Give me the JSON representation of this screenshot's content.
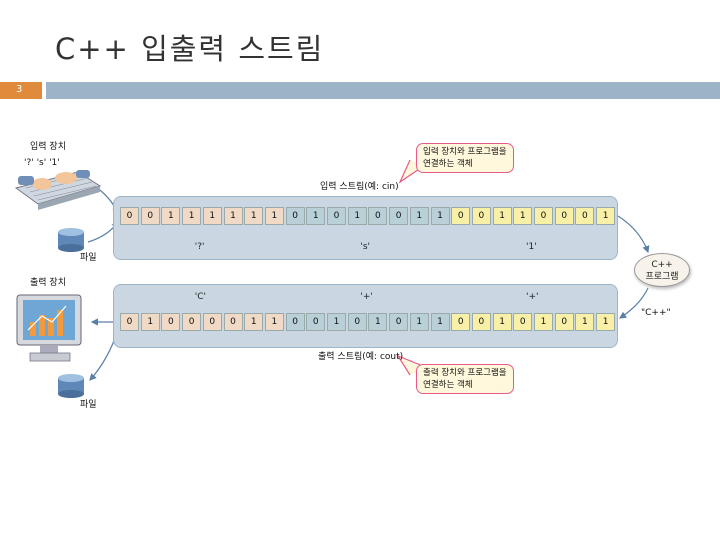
{
  "title": "C++ 입출력 스트림",
  "slide_number": "3",
  "input_device": {
    "label": "입력 장치",
    "chars": "'?' 's' '1'"
  },
  "output_device": {
    "label": "출력 장치"
  },
  "file_label": "파일",
  "input_stream": {
    "label": "입력 스트림(예: cin)",
    "bits": [
      "0",
      "0",
      "1",
      "1",
      "1",
      "1",
      "1",
      "1",
      "0",
      "1",
      "0",
      "1",
      "0",
      "0",
      "1",
      "1",
      "0",
      "0",
      "1",
      "1",
      "0",
      "0",
      "0",
      "1"
    ],
    "chars": [
      "'?'",
      "'s'",
      "'1'"
    ]
  },
  "output_stream": {
    "label": "출력 스트림(예: cout)",
    "bits": [
      "0",
      "1",
      "0",
      "0",
      "0",
      "0",
      "1",
      "1",
      "0",
      "0",
      "1",
      "0",
      "1",
      "0",
      "1",
      "1",
      "0",
      "0",
      "1",
      "0",
      "1",
      "0",
      "1",
      "1"
    ],
    "chars": [
      "'C'",
      "'+'",
      "'+'"
    ]
  },
  "callout_input": {
    "line1": "입력 장치와 프로그램을",
    "line2": "연결하는 객체"
  },
  "callout_output": {
    "line1": "출력 장치와 프로그램을",
    "line2": "연결하는 객체"
  },
  "program": {
    "line1": "C++",
    "line2": "프로그램"
  },
  "output_string": "\"C++\"",
  "colors": {
    "group1": "#f0d9c5",
    "group2": "#b9d0d8",
    "group3": "#f8f0a6",
    "accent": "#e08a3c",
    "bar": "#9db3c8"
  }
}
